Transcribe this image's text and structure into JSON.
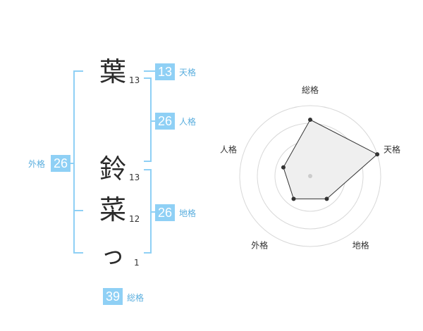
{
  "characters": [
    {
      "char": "葉",
      "strokes": "13"
    },
    {
      "char": "鈴",
      "strokes": "13"
    },
    {
      "char": "菜",
      "strokes": "12"
    },
    {
      "char": "っ",
      "strokes": "1"
    }
  ],
  "fortunes": {
    "tenkaku": {
      "value": "13",
      "label": "天格"
    },
    "jinkaku": {
      "value": "26",
      "label": "人格"
    },
    "chikaku": {
      "value": "26",
      "label": "地格"
    },
    "gaikaku": {
      "value": "26",
      "label": "外格"
    },
    "soukaku": {
      "value": "39",
      "label": "総格"
    }
  },
  "colors": {
    "accent": "#8fd0f5",
    "accent_text": "#5aaede",
    "radar_fill": "#efefef"
  },
  "chart_data": {
    "type": "radar",
    "axes": [
      "総格",
      "天格",
      "地格",
      "外格",
      "人格"
    ],
    "values": [
      4,
      5,
      2,
      2,
      2
    ],
    "max": 5,
    "rings": 4
  }
}
